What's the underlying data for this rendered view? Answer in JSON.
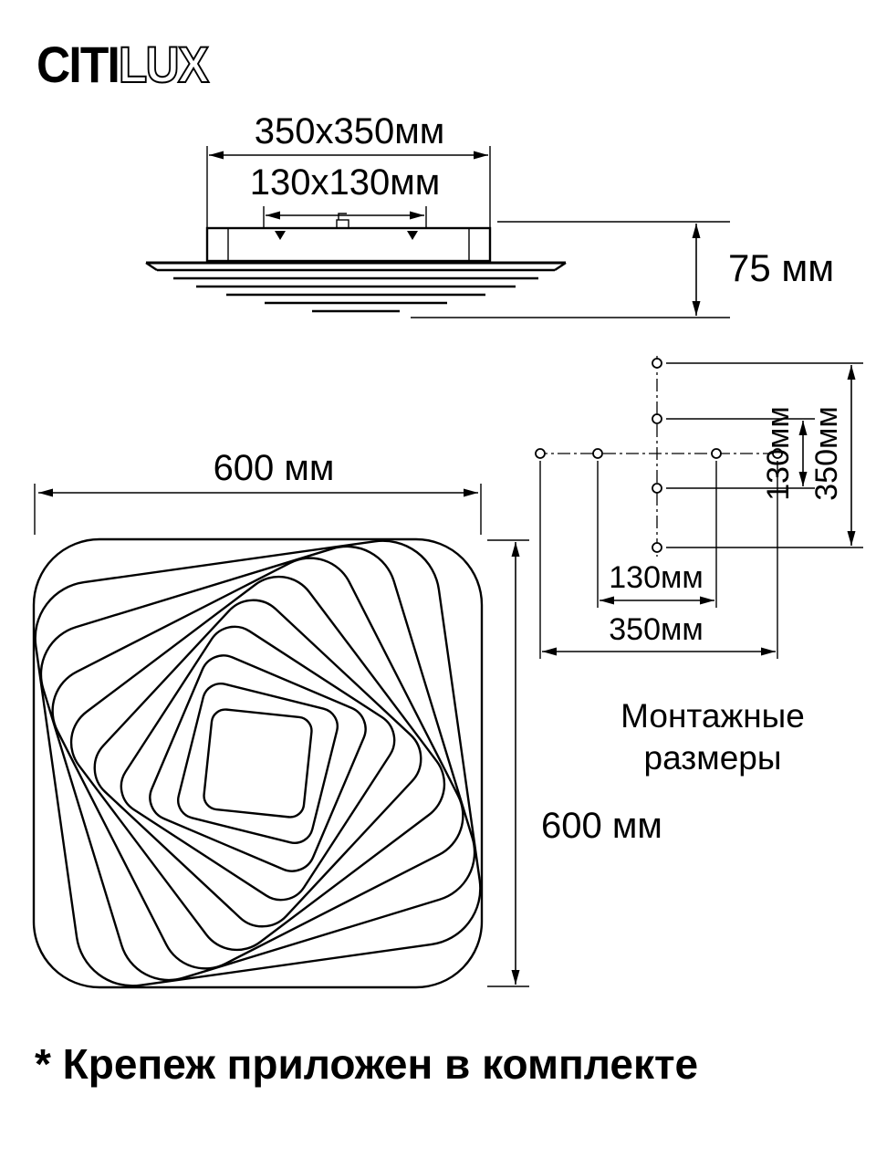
{
  "brand": {
    "part1": "CITI",
    "part2": "LUX"
  },
  "side_view": {
    "dim_outer": "350x350мм",
    "dim_inner": "130x130мм",
    "dim_height": "75 мм"
  },
  "mounting": {
    "dim_vertical_inner": "130мм",
    "dim_vertical_outer": "350мм",
    "dim_horizontal_inner": "130мм",
    "dim_horizontal_outer": "350мм",
    "caption_line1": "Монтажные",
    "caption_line2": "размеры"
  },
  "top_view": {
    "dim_width": "600 мм",
    "dim_height": "600 мм"
  },
  "footnote": "* Крепеж приложен в комплекте",
  "colors": {
    "line": "#000000",
    "background": "#ffffff"
  }
}
